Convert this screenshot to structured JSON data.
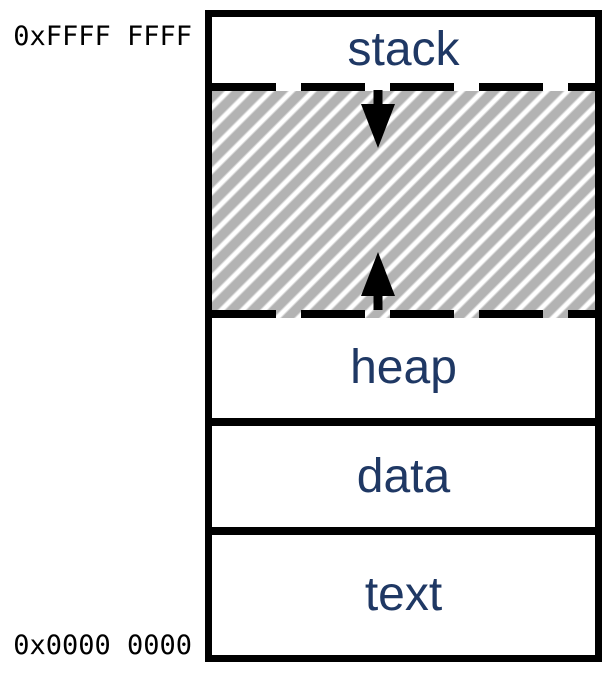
{
  "diagram": {
    "addresses": {
      "top": "0xFFFF FFFF",
      "bottom": "0x0000 0000"
    },
    "sections": [
      {
        "key": "stack",
        "label": "stack"
      },
      {
        "key": "free-space",
        "label": "",
        "pattern": "diagonal-hatch"
      },
      {
        "key": "heap",
        "label": "heap"
      },
      {
        "key": "data",
        "label": "data"
      },
      {
        "key": "text",
        "label": "text"
      }
    ],
    "icons": {
      "stack_growth_arrow": "▼",
      "heap_growth_arrow": "▲"
    },
    "colors": {
      "section_label": "#1f3864",
      "outline": "#000000",
      "hatch_gray": "#b3b3b3",
      "background": "#ffffff"
    }
  }
}
